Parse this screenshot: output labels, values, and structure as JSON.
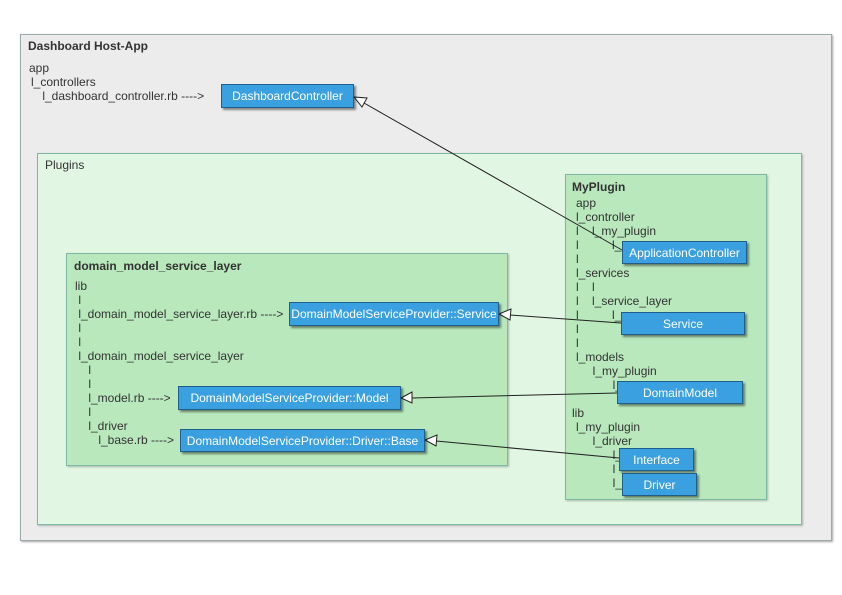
{
  "host": {
    "title": "Dashboard Host-App",
    "tree": [
      "app",
      "l_controllers",
      "    l_dashboard_controller.rb ---->"
    ],
    "node": "DashboardController"
  },
  "plugins": {
    "title": "Plugins"
  },
  "dmsl": {
    "title": "domain_model_service_layer",
    "tree": [
      "lib",
      " l",
      " l_domain_model_service_layer.rb ---->",
      " l",
      " l",
      " l_domain_model_service_layer",
      "    l",
      "    l",
      "    l_model.rb ---->",
      "    l",
      "    l_driver",
      "       l_base.rb ---->"
    ],
    "nodes": {
      "service": "DomainModelServiceProvider::Service",
      "model": "DomainModelServiceProvider::Model",
      "driver_base": "DomainModelServiceProvider::Driver::Base"
    }
  },
  "myplugin": {
    "title": "MyPlugin",
    "tree": [
      "app",
      "l_controller",
      "l    l_my_plugin",
      "l          l_",
      "l",
      "l_services",
      "l    l",
      "l    l_service_layer",
      "l          l_",
      "l",
      "l",
      "l_models",
      "     l_my_plugin",
      "           l_",
      "lib",
      "l_my_plugin",
      "     l_driver",
      "           l_",
      "           l",
      "           l_"
    ],
    "nodes": {
      "application_controller": "ApplicationController",
      "service": "Service",
      "domain_model": "DomainModel",
      "interface": "Interface",
      "driver": "Driver"
    }
  }
}
